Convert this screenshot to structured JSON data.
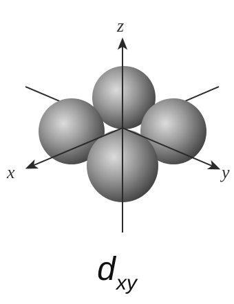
{
  "axes": {
    "z": "z",
    "x": "x",
    "y": "y"
  },
  "orbital": {
    "main": "d",
    "sub": "xy"
  },
  "colors": {
    "axis": "#2a2a2a",
    "lobe_dark": "#3f3f3f",
    "lobe_light": "#dcdcdc"
  }
}
